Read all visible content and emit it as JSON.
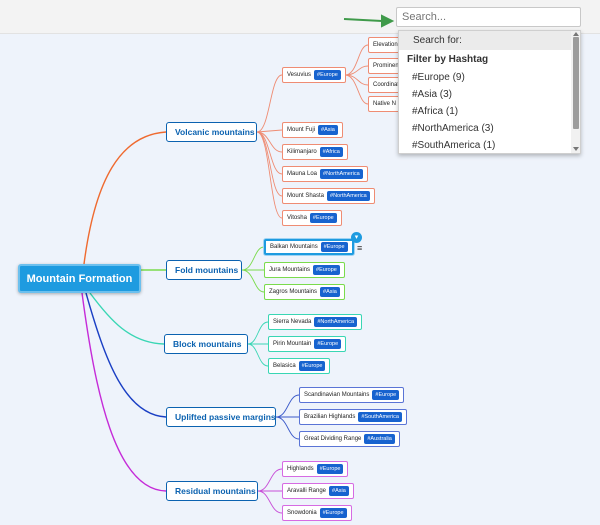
{
  "search": {
    "placeholder": "Search..."
  },
  "dropdown": {
    "search_for": "Search for:",
    "filter_heading": "Filter by Hashtag",
    "items": [
      "#Europe (9)",
      "#Asia (3)",
      "#Africa (1)",
      "#NorthAmerica (3)",
      "#SouthAmerica (1)"
    ]
  },
  "mindmap": {
    "root": "Mountain Formation",
    "branches": [
      {
        "label": "Volcanic mountains",
        "color": "#ef6a2f",
        "leaves": [
          {
            "text": "Vesuvius",
            "tag": "#Europe"
          },
          {
            "text": "Mount Fuji",
            "tag": "#Asia"
          },
          {
            "text": "Kilimanjaro",
            "tag": "#Africa"
          },
          {
            "text": "Mauna Loa",
            "tag": "#NorthAmerica"
          },
          {
            "text": "Mount Shasta",
            "tag": "#NorthAmerica"
          },
          {
            "text": "Vitosha",
            "tag": "#Europe"
          }
        ],
        "subleaves": [
          "Elevation",
          "Prominence",
          "Coordinates",
          "Native N"
        ]
      },
      {
        "label": "Fold mountains",
        "color": "#7adb4c",
        "leaves": [
          {
            "text": "Balkan Mountains",
            "tag": "#Europe"
          },
          {
            "text": "Jura Mountains",
            "tag": "#Europe"
          },
          {
            "text": "Zagros Mountains",
            "tag": "#Asia"
          }
        ]
      },
      {
        "label": "Block mountains",
        "color": "#39d6b4",
        "leaves": [
          {
            "text": "Sierra Nevada",
            "tag": "#NorthAmerica"
          },
          {
            "text": "Pirin Mountain",
            "tag": "#Europe"
          },
          {
            "text": "Belasica",
            "tag": "#Europe"
          }
        ]
      },
      {
        "label": "Uplifted passive margins",
        "color": "#1a3fc4",
        "leaves": [
          {
            "text": "Scandinavian Mountains",
            "tag": "#Europe"
          },
          {
            "text": "Brazilian Highlands",
            "tag": "#SouthAmerica"
          },
          {
            "text": "Great Dividing Range",
            "tag": "#Australia"
          }
        ]
      },
      {
        "label": "Residual mountains",
        "color": "#c52bd8",
        "leaves": [
          {
            "text": "Highlands",
            "tag": "#Europe"
          },
          {
            "text": "Aravalli Range",
            "tag": "#Asia"
          },
          {
            "text": "Snowdonia",
            "tag": "#Europe"
          }
        ]
      }
    ]
  }
}
